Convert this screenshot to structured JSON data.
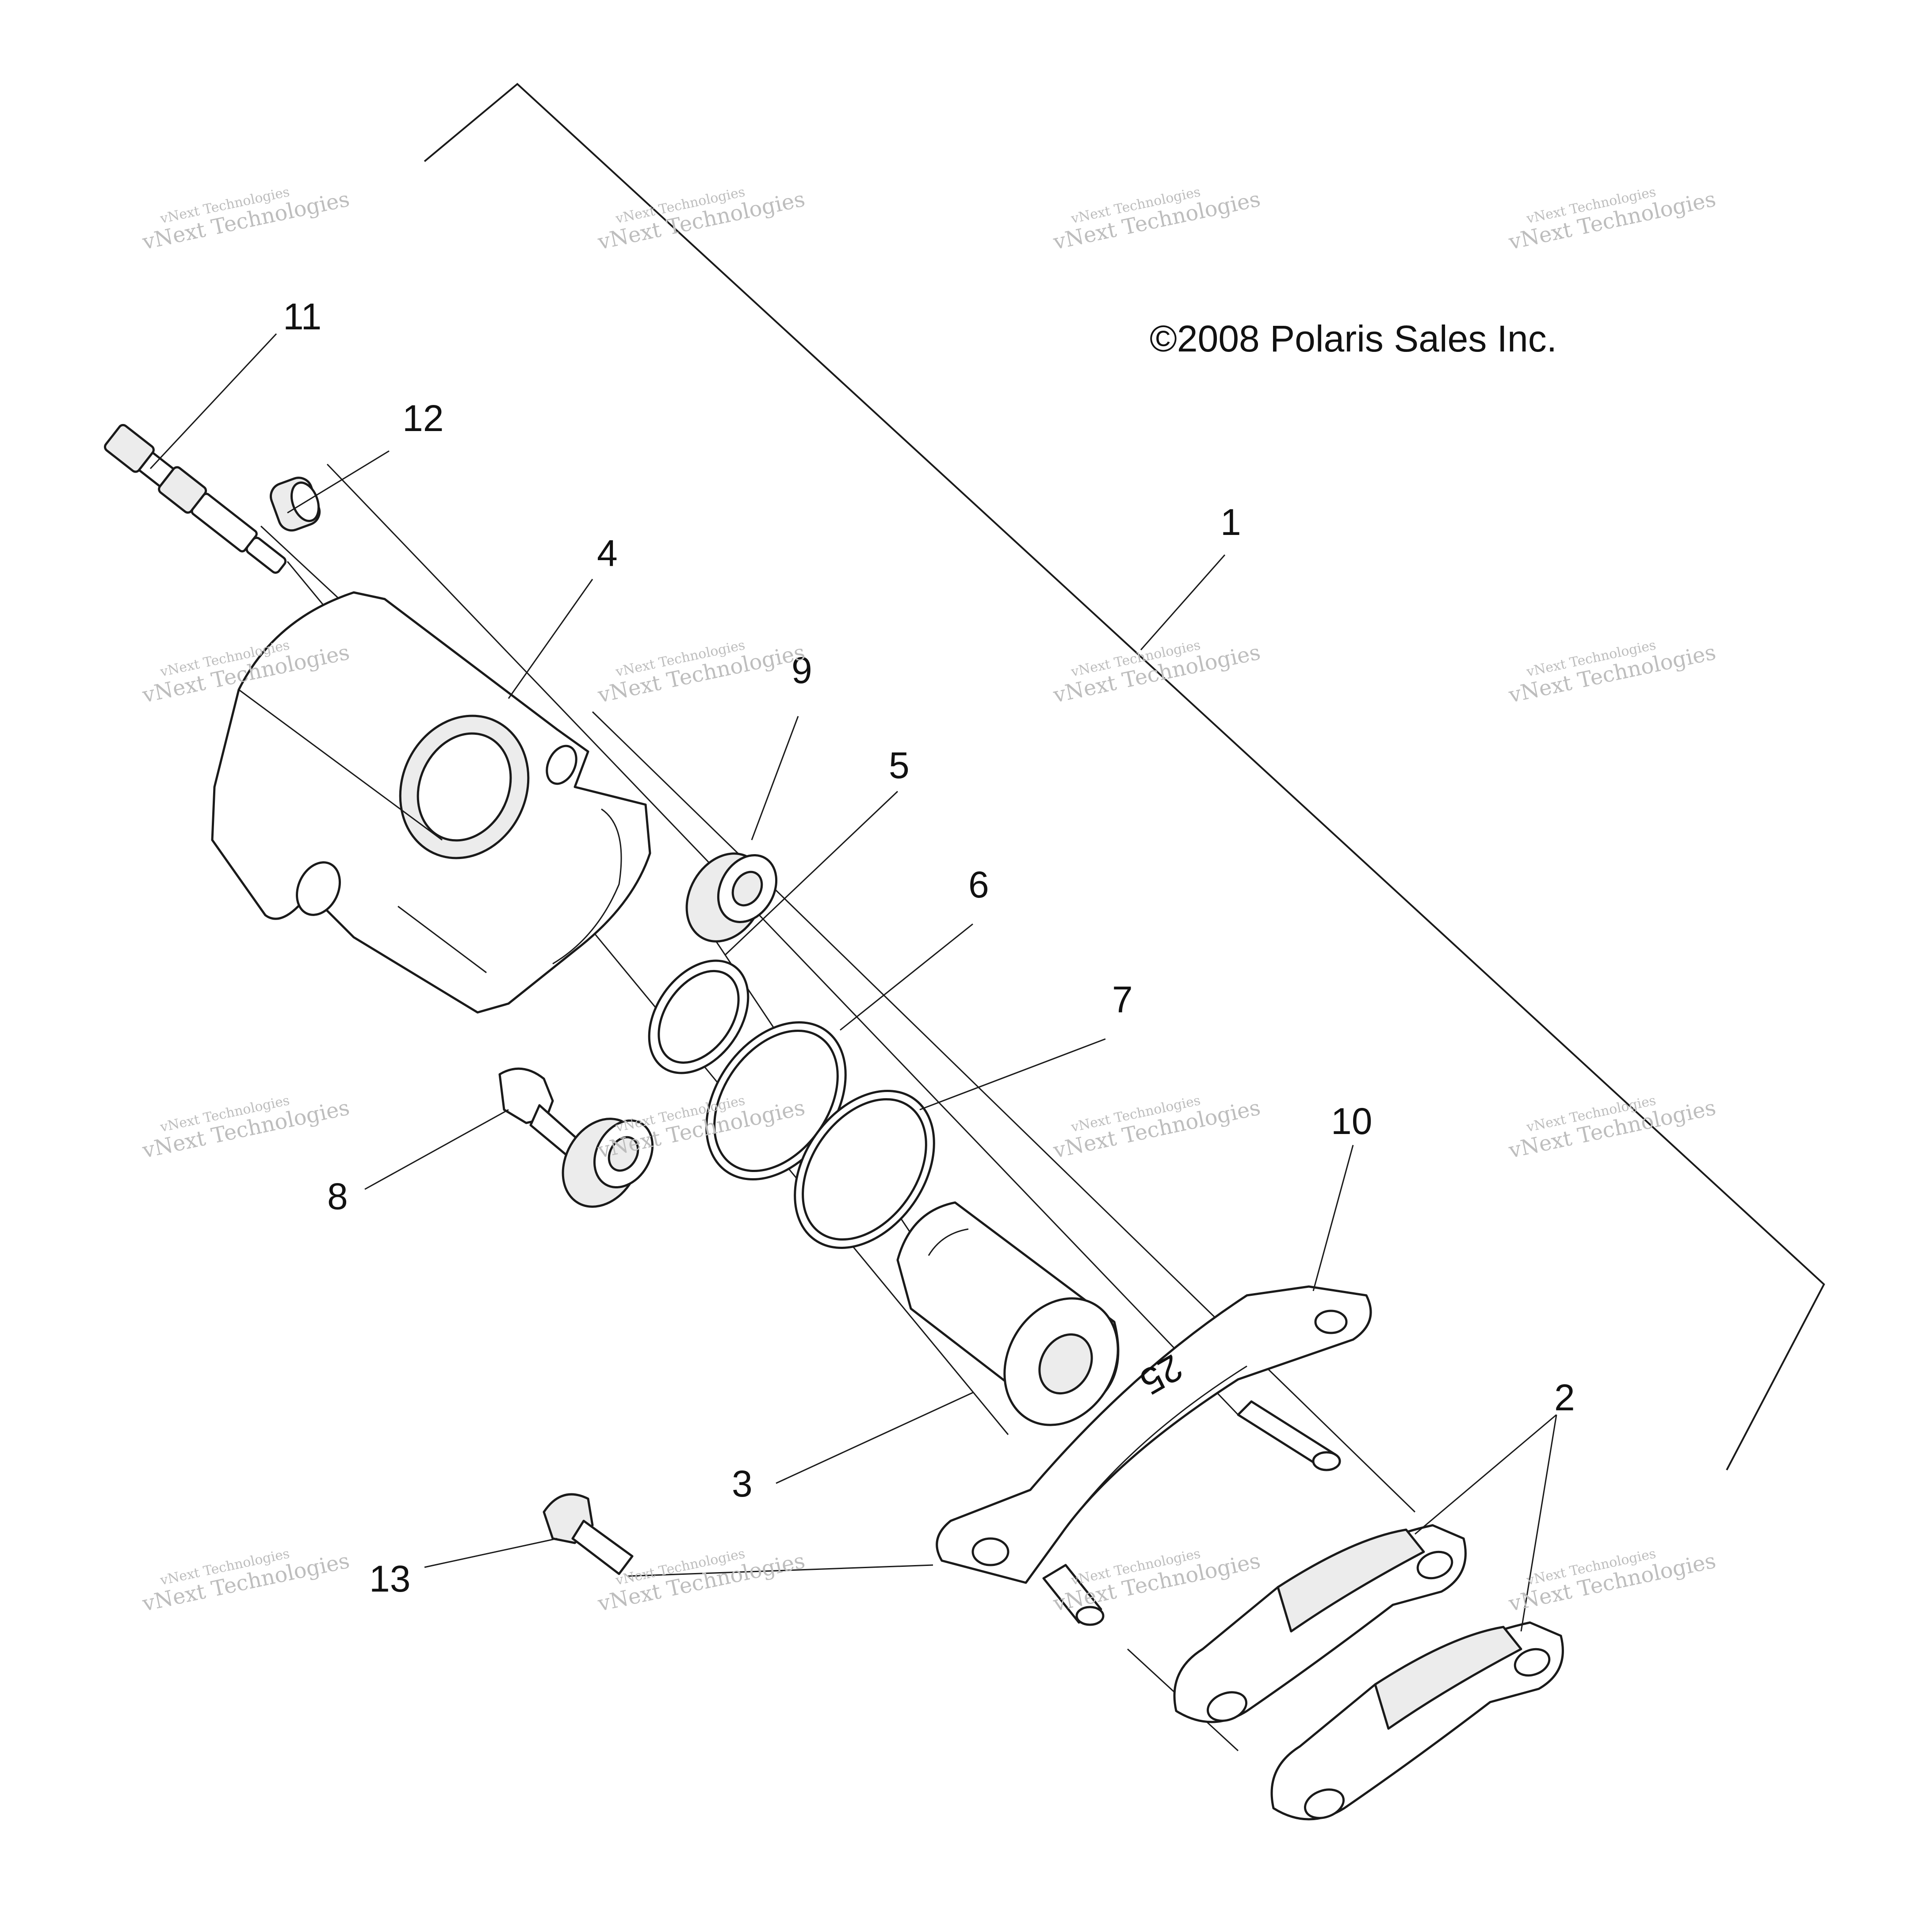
{
  "copyright": "©2008 Polaris Sales Inc.",
  "watermark": {
    "line1": "vNext Technologies",
    "line2": "vNext Technologies"
  },
  "callouts": [
    {
      "id": "1",
      "label": "1"
    },
    {
      "id": "2",
      "label": "2"
    },
    {
      "id": "3",
      "label": "3"
    },
    {
      "id": "4",
      "label": "4"
    },
    {
      "id": "5",
      "label": "5"
    },
    {
      "id": "6",
      "label": "6"
    },
    {
      "id": "7",
      "label": "7"
    },
    {
      "id": "8",
      "label": "8"
    },
    {
      "id": "9",
      "label": "9"
    },
    {
      "id": "10",
      "label": "10"
    },
    {
      "id": "11",
      "label": "11"
    },
    {
      "id": "12",
      "label": "12"
    },
    {
      "id": "13",
      "label": "13"
    }
  ],
  "bracket_marking": "25"
}
